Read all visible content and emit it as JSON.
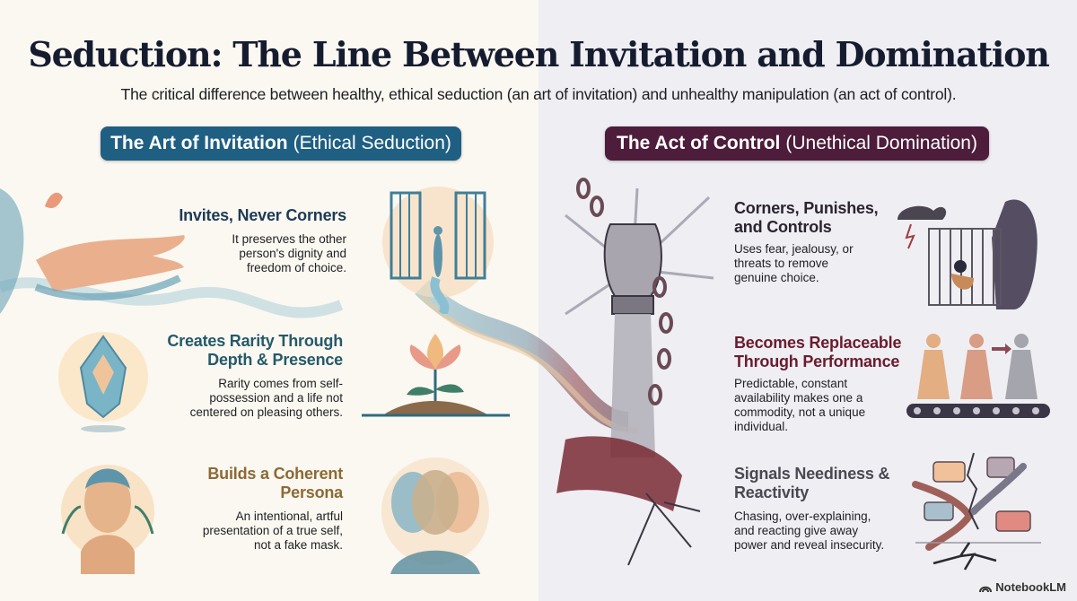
{
  "title": "Seduction: The Line Between Invitation and Domination",
  "subtitle": "The critical difference between healthy, ethical seduction (an art of invitation) and unhealthy manipulation (an act of control).",
  "colors": {
    "left_accent": "#1f5f82",
    "right_accent": "#4d1d3b",
    "left_bg": "#fbf8f1",
    "right_bg": "#efeef3"
  },
  "left": {
    "header_bold": "The Art of Invitation",
    "header_light": "(Ethical Seduction)",
    "items": [
      {
        "heading": "Invites, Never Corners",
        "body": "It preserves the other person's dignity and freedom of choice.",
        "color": "#1d3a57",
        "icon": "open-gates-icon"
      },
      {
        "heading": "Creates Rarity Through Depth & Presence",
        "body": "Rarity comes from self-possession and a life not centered on pleasing others.",
        "color": "#245a6a",
        "icon": "lotus-flower-icon"
      },
      {
        "heading": "Builds a Coherent Persona",
        "body": "An intentional, artful presentation of a true self, not a fake mask.",
        "color": "#8c6a35",
        "icon": "layered-faces-icon"
      }
    ]
  },
  "right": {
    "header_bold": "The Act of Control",
    "header_light": "(Unethical Domination)",
    "items": [
      {
        "heading": "Corners, Punishes, and Controls",
        "body": "Uses fear, jealousy, or threats to remove genuine choice.",
        "color": "#2b2430",
        "icon": "cage-shadow-icon"
      },
      {
        "heading": "Becomes Replaceable Through Performance",
        "body": "Predictable, constant availability makes one a commodity, not a unique individual.",
        "color": "#6a1c2e",
        "icon": "conveyor-mannequins-icon"
      },
      {
        "heading": "Signals Neediness & Reactivity",
        "body": "Chasing, over-explaining, and reacting give away power and reveal insecurity.",
        "color": "#4a4850",
        "icon": "cracked-ground-icon"
      }
    ]
  },
  "footer": {
    "brand": "NotebookLM"
  }
}
